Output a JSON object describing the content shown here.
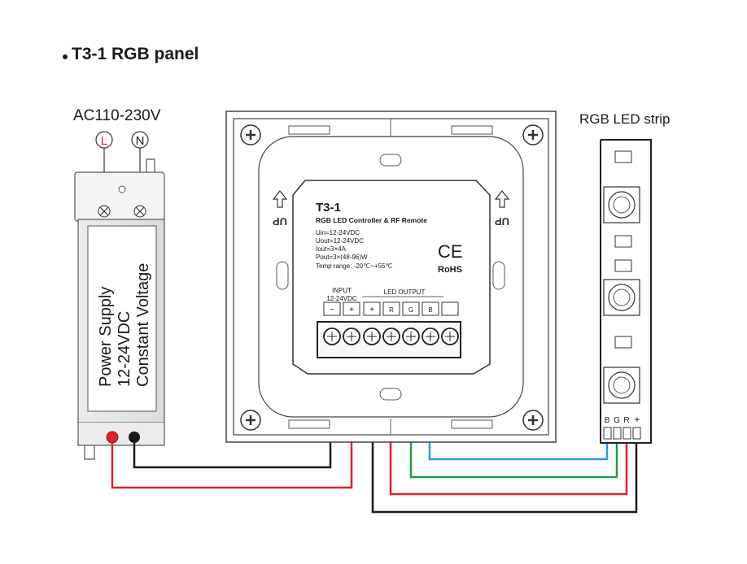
{
  "title": "T3-1  RGB panel",
  "power_supply": {
    "input_label": "AC110-230V",
    "terminal_l": "L",
    "terminal_n": "N",
    "body_line1": "Power Supply",
    "body_line2": "12-24VDC",
    "body_line3": "Constant Voltage"
  },
  "panel": {
    "up_label": "UP",
    "model": "T3-1",
    "description": "RGB LED Controller & RF Remote",
    "specs": [
      "Uin=12-24VDC",
      "Uout=12-24VDC",
      "Iout=3×4A",
      "Pout=3×(48-96)W",
      "Temp range: -20℃~+55℃"
    ],
    "ce": "CE",
    "rohs": "RoHS",
    "input_label": "INPUT",
    "input_voltage": "12-24VDC",
    "output_label": "LED OUTPUT",
    "terminals": [
      "−",
      "+",
      "+",
      "R",
      "G",
      "B"
    ]
  },
  "strip": {
    "label": "RGB LED strip",
    "pins": [
      "B",
      "G",
      "R",
      "+"
    ]
  },
  "colors": {
    "red_wire": "#e0202a",
    "black_wire": "#1a1a1a",
    "green_wire": "#1aa04a",
    "blue_wire": "#2a9be0"
  }
}
